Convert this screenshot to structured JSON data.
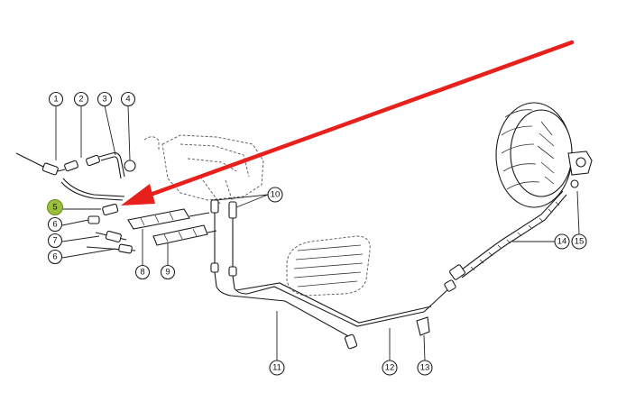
{
  "diagram": {
    "callouts": [
      {
        "id": "c1",
        "label": "1"
      },
      {
        "id": "c2",
        "label": "2"
      },
      {
        "id": "c3",
        "label": "3"
      },
      {
        "id": "c4",
        "label": "4"
      },
      {
        "id": "c5",
        "label": "5",
        "highlight": true
      },
      {
        "id": "c6a",
        "label": "6"
      },
      {
        "id": "c7",
        "label": "7"
      },
      {
        "id": "c6b",
        "label": "6"
      },
      {
        "id": "c8",
        "label": "8"
      },
      {
        "id": "c9",
        "label": "9"
      },
      {
        "id": "c10",
        "label": "10"
      },
      {
        "id": "c11",
        "label": "11"
      },
      {
        "id": "c12",
        "label": "12"
      },
      {
        "id": "c13",
        "label": "13"
      },
      {
        "id": "c14",
        "label": "14"
      },
      {
        "id": "c15",
        "label": "15"
      }
    ],
    "colors": {
      "arrow": "#e8201c",
      "highlight": "#9bbf3a",
      "line": "#1a1a1a"
    }
  }
}
